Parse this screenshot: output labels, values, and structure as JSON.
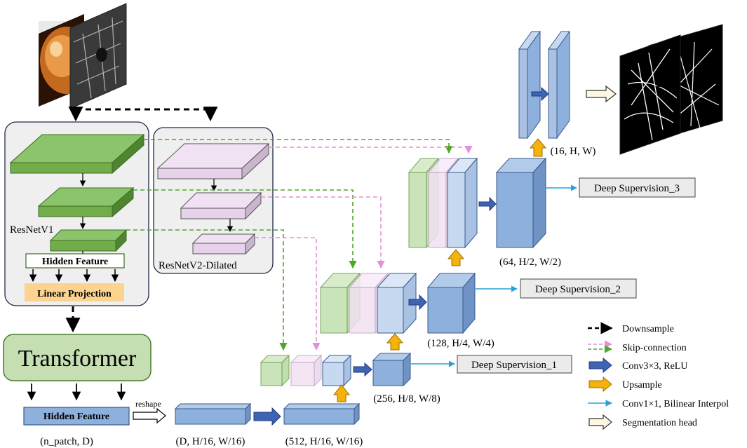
{
  "encoder": {
    "resnet_v1_label": "ResNetV1",
    "resnet_v2_label": "ResNetV2-Dilated",
    "hidden_feature_label": "Hidden Feature",
    "linear_projection_label": "Linear Projection"
  },
  "transformer": {
    "label": "Transformer",
    "hidden_feature_label": "Hidden Feature",
    "reshape_label": "reshape"
  },
  "shapes": {
    "patch": "(n_patch, D)",
    "reshaped": "(D, H/16, W/16)",
    "s512": "(512, H/16, W/16)",
    "s256": "(256, H/8, W/8)",
    "s128": "(128, H/4, W/4)",
    "s64": "(64, H/2, W/2)",
    "s16": "(16, H, W)"
  },
  "supervision": {
    "ds1": "Deep Supervision_1",
    "ds2": "Deep Supervision_2",
    "ds3": "Deep Supervision_3"
  },
  "legend": [
    {
      "key": "downsample",
      "label": "Downsample"
    },
    {
      "key": "skip",
      "label": "Skip-connection"
    },
    {
      "key": "conv3",
      "label": "Conv3×3, ReLU"
    },
    {
      "key": "upsample",
      "label": "Upsample"
    },
    {
      "key": "conv1",
      "label": "Conv1×1, Bilinear Interpol"
    },
    {
      "key": "seghead",
      "label": "Segmentation head"
    }
  ],
  "colors": {
    "green_block": "#72ad4c",
    "pink_block": "#e6d2ea",
    "blue_block": "#8eb0dc",
    "transformer_fill": "#c5dfb2",
    "linear_projection_fill": "#fcd48f",
    "panel_fill": "#efefef",
    "skip_green": "#4fa62a",
    "skip_pink": "#e58fd8",
    "conv_arrow": "#3f64b4",
    "upsample_arrow": "#f5b20a",
    "conv1_line": "#2aa0db"
  }
}
